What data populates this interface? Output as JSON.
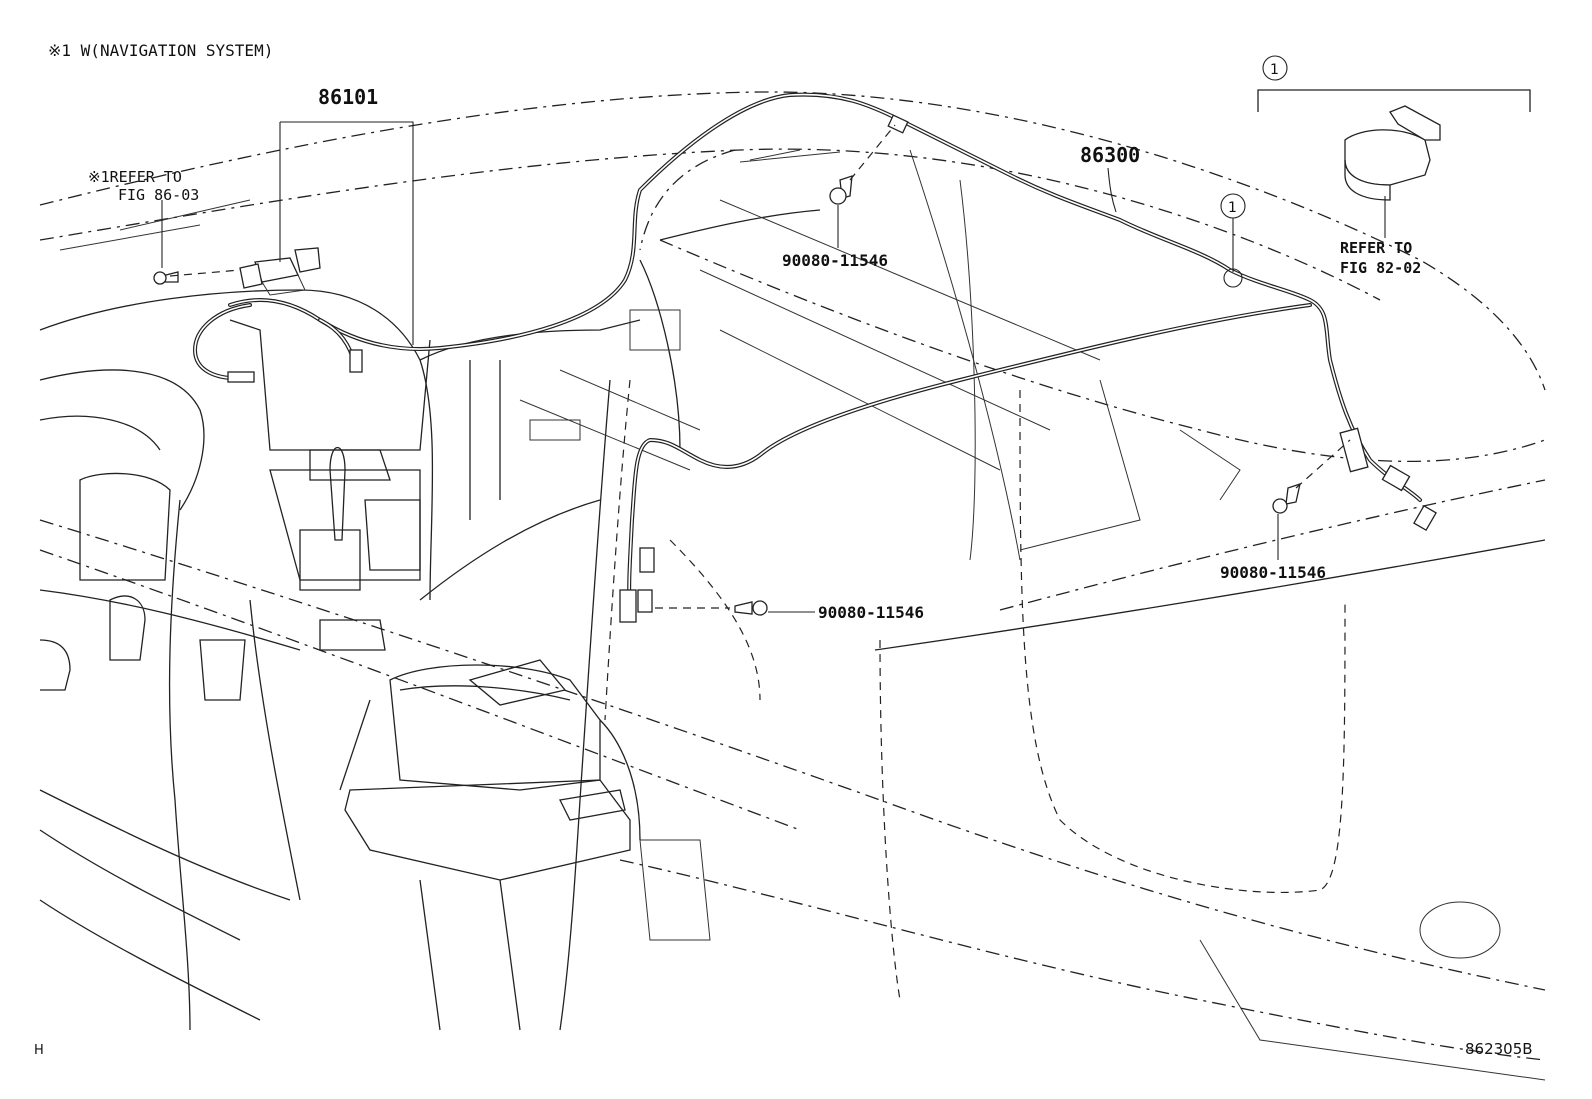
{
  "header_note": "※1 W(NAVIGATION  SYSTEM)",
  "figure_id": "862305B",
  "corner_mark": "H",
  "callouts": {
    "antenna_assembly": "86101",
    "cord_assembly": "86300",
    "bolt_top": "90080-11546",
    "bolt_right": "90080-11546",
    "bolt_pillar": "90080-11546",
    "clamp_ref_marker": "1",
    "clamp_detail_marker": "1"
  },
  "references": {
    "navigation": {
      "line1": "※1REFER TO",
      "line2": "FIG 86-03"
    },
    "clamp": {
      "line1": "REFER TO",
      "line2": "FIG 82-02"
    }
  }
}
